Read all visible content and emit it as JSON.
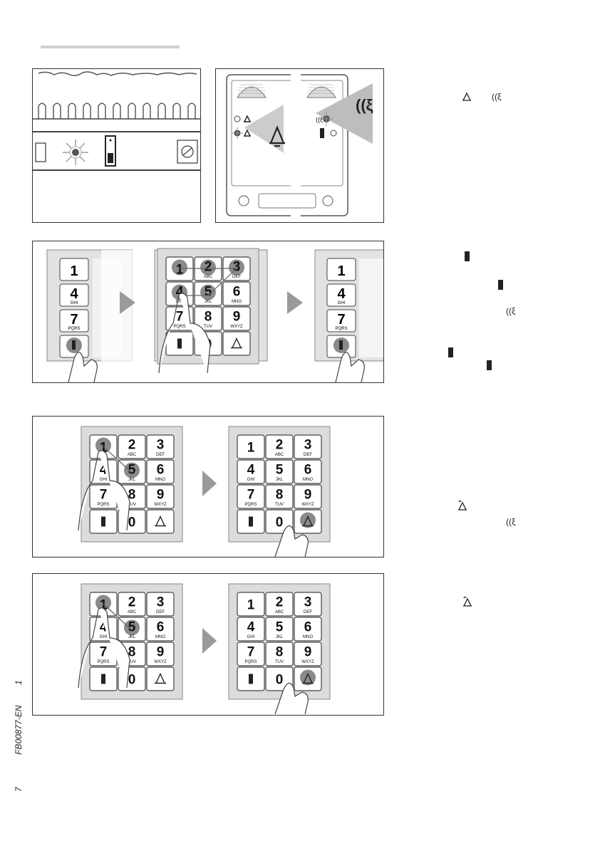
{
  "document": {
    "code": "FB00877-EN",
    "page_left": "1",
    "page_bottom": "7"
  },
  "keypad": {
    "keys": [
      {
        "digit": "1",
        "letters": ""
      },
      {
        "digit": "2",
        "letters": "ABC"
      },
      {
        "digit": "3",
        "letters": "DEF"
      },
      {
        "digit": "4",
        "letters": "GHI"
      },
      {
        "digit": "5",
        "letters": "JKL"
      },
      {
        "digit": "6",
        "letters": "MNO"
      },
      {
        "digit": "7",
        "letters": "PQRS"
      },
      {
        "digit": "8",
        "letters": "TUV"
      },
      {
        "digit": "9",
        "letters": "WXYZ"
      },
      {
        "digit": "",
        "letters": "",
        "icon": "door-icon"
      },
      {
        "digit": "0",
        "letters": ""
      },
      {
        "digit": "",
        "letters": "",
        "icon": "bell-icon"
      }
    ]
  },
  "colors": {
    "led": "#555555",
    "highlight": "#8a8a8a",
    "arrow": "#9a9a9a",
    "frame": "#dcdcdc",
    "border": "#333333"
  }
}
